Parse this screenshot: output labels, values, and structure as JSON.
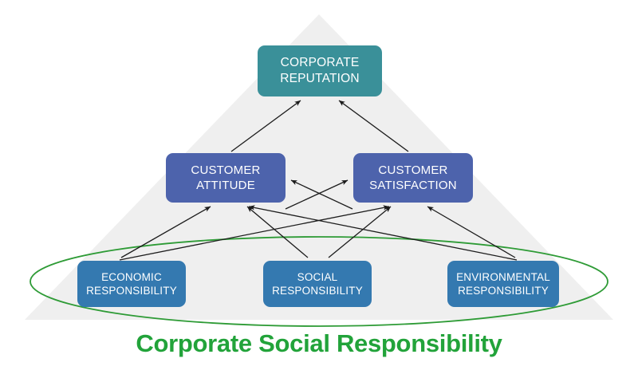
{
  "diagram": {
    "title": "Corporate Social Responsibility",
    "title_color": "#22a33a",
    "background_triangle_color": "#efefef",
    "ellipse_stroke_color": "#2e9b36",
    "arrow_color": "#1c1c1c",
    "nodes": {
      "top": {
        "id": "corporate-reputation",
        "line1": "CORPORATE",
        "line2": "REPUTATION",
        "color": "#3a9099"
      },
      "middle": [
        {
          "id": "customer-attitude",
          "line1": "CUSTOMER",
          "line2": "ATTITUDE",
          "color": "#4d63ac"
        },
        {
          "id": "customer-satisfaction",
          "line1": "CUSTOMER",
          "line2": "SATISFACTION",
          "color": "#4d63ac"
        }
      ],
      "bottom": [
        {
          "id": "economic-responsibility",
          "line1": "ECONOMIC",
          "line2": "RESPONSIBILITY",
          "color": "#3479b0"
        },
        {
          "id": "social-responsibility",
          "line1": "SOCIAL",
          "line2": "RESPONSIBILITY",
          "color": "#3479b0"
        },
        {
          "id": "environmental-responsibility",
          "line1": "ENVIRONMENTAL",
          "line2": "RESPONSIBILITY",
          "color": "#3479b0"
        }
      ]
    },
    "connections": [
      {
        "from": "customer-attitude",
        "to": "corporate-reputation"
      },
      {
        "from": "customer-satisfaction",
        "to": "corporate-reputation"
      },
      {
        "from": "customer-attitude",
        "to": "customer-satisfaction"
      },
      {
        "from": "customer-satisfaction",
        "to": "customer-attitude"
      },
      {
        "from": "economic-responsibility",
        "to": "customer-attitude"
      },
      {
        "from": "economic-responsibility",
        "to": "customer-satisfaction"
      },
      {
        "from": "social-responsibility",
        "to": "customer-attitude"
      },
      {
        "from": "social-responsibility",
        "to": "customer-satisfaction"
      },
      {
        "from": "environmental-responsibility",
        "to": "customer-attitude"
      },
      {
        "from": "environmental-responsibility",
        "to": "customer-satisfaction"
      }
    ]
  }
}
